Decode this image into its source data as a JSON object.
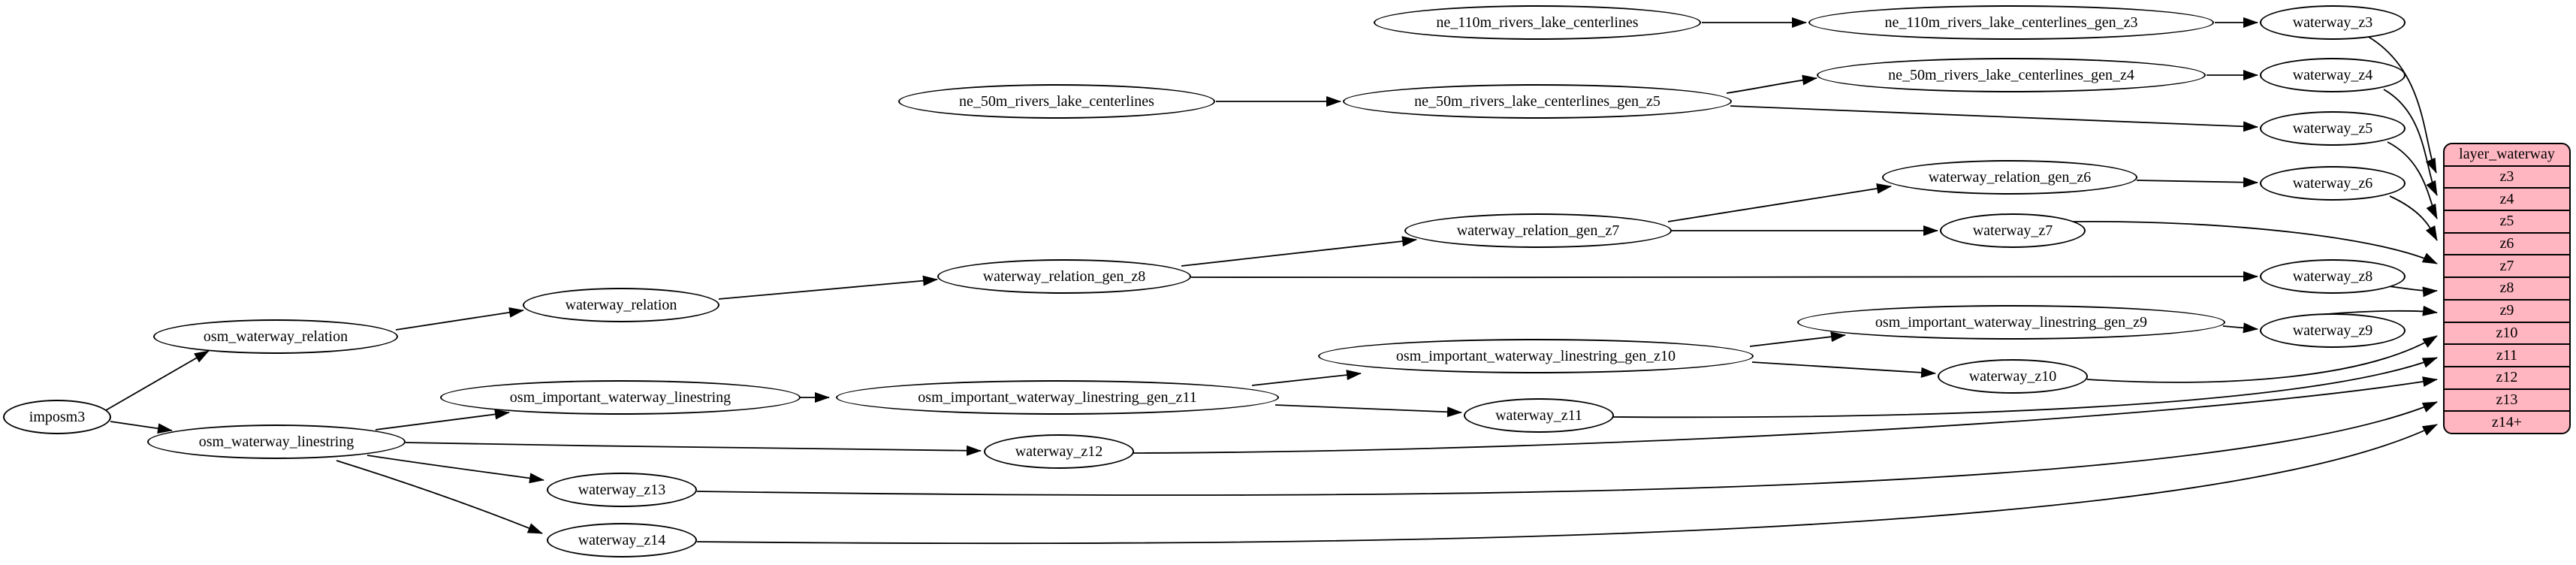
{
  "diagram": {
    "background_color": "#ffffff",
    "node_fill_color": "#ffffff",
    "node_border_color": "#000000",
    "edge_color": "#000000",
    "nodes": [
      {
        "id": "imposm3",
        "label": "imposm3"
      },
      {
        "id": "osm_waterway_relation",
        "label": "osm_waterway_relation"
      },
      {
        "id": "osm_waterway_linestring",
        "label": "osm_waterway_linestring"
      },
      {
        "id": "waterway_relation",
        "label": "waterway_relation"
      },
      {
        "id": "waterway_relation_gen_z8",
        "label": "waterway_relation_gen_z8"
      },
      {
        "id": "waterway_relation_gen_z7",
        "label": "waterway_relation_gen_z7"
      },
      {
        "id": "waterway_relation_gen_z6",
        "label": "waterway_relation_gen_z6"
      },
      {
        "id": "ne_110m_rivers_lake_centerlines",
        "label": "ne_110m_rivers_lake_centerlines"
      },
      {
        "id": "ne_110m_rivers_lake_centerlines_gen_z3",
        "label": "ne_110m_rivers_lake_centerlines_gen_z3"
      },
      {
        "id": "ne_50m_rivers_lake_centerlines",
        "label": "ne_50m_rivers_lake_centerlines"
      },
      {
        "id": "ne_50m_rivers_lake_centerlines_gen_z5",
        "label": "ne_50m_rivers_lake_centerlines_gen_z5"
      },
      {
        "id": "ne_50m_rivers_lake_centerlines_gen_z4",
        "label": "ne_50m_rivers_lake_centerlines_gen_z4"
      },
      {
        "id": "osm_important_waterway_linestring",
        "label": "osm_important_waterway_linestring"
      },
      {
        "id": "osm_important_waterway_linestring_gen_z11",
        "label": "osm_important_waterway_linestring_gen_z11"
      },
      {
        "id": "osm_important_waterway_linestring_gen_z10",
        "label": "osm_important_waterway_linestring_gen_z10"
      },
      {
        "id": "osm_important_waterway_linestring_gen_z9",
        "label": "osm_important_waterway_linestring_gen_z9"
      },
      {
        "id": "waterway_z3",
        "label": "waterway_z3"
      },
      {
        "id": "waterway_z4",
        "label": "waterway_z4"
      },
      {
        "id": "waterway_z5",
        "label": "waterway_z5"
      },
      {
        "id": "waterway_z6",
        "label": "waterway_z6"
      },
      {
        "id": "waterway_z7",
        "label": "waterway_z7"
      },
      {
        "id": "waterway_z8",
        "label": "waterway_z8"
      },
      {
        "id": "waterway_z9",
        "label": "waterway_z9"
      },
      {
        "id": "waterway_z10",
        "label": "waterway_z10"
      },
      {
        "id": "waterway_z11",
        "label": "waterway_z11"
      },
      {
        "id": "waterway_z12",
        "label": "waterway_z12"
      },
      {
        "id": "waterway_z13",
        "label": "waterway_z13"
      },
      {
        "id": "waterway_z14",
        "label": "waterway_z14"
      }
    ],
    "edges": [
      {
        "from": "imposm3",
        "to": "osm_waterway_relation"
      },
      {
        "from": "imposm3",
        "to": "osm_waterway_linestring"
      },
      {
        "from": "osm_waterway_relation",
        "to": "waterway_relation"
      },
      {
        "from": "waterway_relation",
        "to": "waterway_relation_gen_z8"
      },
      {
        "from": "waterway_relation_gen_z8",
        "to": "waterway_relation_gen_z7"
      },
      {
        "from": "waterway_relation_gen_z8",
        "to": "waterway_z8"
      },
      {
        "from": "waterway_relation_gen_z7",
        "to": "waterway_relation_gen_z6"
      },
      {
        "from": "waterway_relation_gen_z7",
        "to": "waterway_z7"
      },
      {
        "from": "waterway_relation_gen_z6",
        "to": "waterway_z6"
      },
      {
        "from": "ne_110m_rivers_lake_centerlines",
        "to": "ne_110m_rivers_lake_centerlines_gen_z3"
      },
      {
        "from": "ne_110m_rivers_lake_centerlines_gen_z3",
        "to": "waterway_z3"
      },
      {
        "from": "ne_50m_rivers_lake_centerlines",
        "to": "ne_50m_rivers_lake_centerlines_gen_z5"
      },
      {
        "from": "ne_50m_rivers_lake_centerlines_gen_z5",
        "to": "ne_50m_rivers_lake_centerlines_gen_z4"
      },
      {
        "from": "ne_50m_rivers_lake_centerlines_gen_z5",
        "to": "waterway_z5"
      },
      {
        "from": "ne_50m_rivers_lake_centerlines_gen_z4",
        "to": "waterway_z4"
      },
      {
        "from": "osm_waterway_linestring",
        "to": "osm_important_waterway_linestring"
      },
      {
        "from": "osm_important_waterway_linestring",
        "to": "osm_important_waterway_linestring_gen_z11"
      },
      {
        "from": "osm_important_waterway_linestring_gen_z11",
        "to": "osm_important_waterway_linestring_gen_z10"
      },
      {
        "from": "osm_important_waterway_linestring_gen_z11",
        "to": "waterway_z11"
      },
      {
        "from": "osm_important_waterway_linestring_gen_z10",
        "to": "osm_important_waterway_linestring_gen_z9"
      },
      {
        "from": "osm_important_waterway_linestring_gen_z10",
        "to": "waterway_z10"
      },
      {
        "from": "osm_important_waterway_linestring_gen_z9",
        "to": "waterway_z9"
      },
      {
        "from": "osm_waterway_linestring",
        "to": "waterway_z12"
      },
      {
        "from": "osm_waterway_linestring",
        "to": "waterway_z13"
      },
      {
        "from": "osm_waterway_linestring",
        "to": "waterway_z14"
      },
      {
        "from": "waterway_z3",
        "to": "layer_waterway:z3"
      },
      {
        "from": "waterway_z4",
        "to": "layer_waterway:z4"
      },
      {
        "from": "waterway_z5",
        "to": "layer_waterway:z5"
      },
      {
        "from": "waterway_z6",
        "to": "layer_waterway:z6"
      },
      {
        "from": "waterway_z7",
        "to": "layer_waterway:z7"
      },
      {
        "from": "waterway_z8",
        "to": "layer_waterway:z8"
      },
      {
        "from": "waterway_z9",
        "to": "layer_waterway:z9"
      },
      {
        "from": "waterway_z10",
        "to": "layer_waterway:z10"
      },
      {
        "from": "waterway_z11",
        "to": "layer_waterway:z11"
      },
      {
        "from": "waterway_z12",
        "to": "layer_waterway:z12"
      },
      {
        "from": "waterway_z13",
        "to": "layer_waterway:z13"
      },
      {
        "from": "waterway_z14",
        "to": "layer_waterway:z14+"
      }
    ],
    "table": {
      "title": "layer_waterway",
      "fill_color": "#ffb6c1",
      "border_color": "#000000",
      "rows": [
        "z3",
        "z4",
        "z5",
        "z6",
        "z7",
        "z8",
        "z9",
        "z10",
        "z11",
        "z12",
        "z13",
        "z14+"
      ]
    }
  }
}
